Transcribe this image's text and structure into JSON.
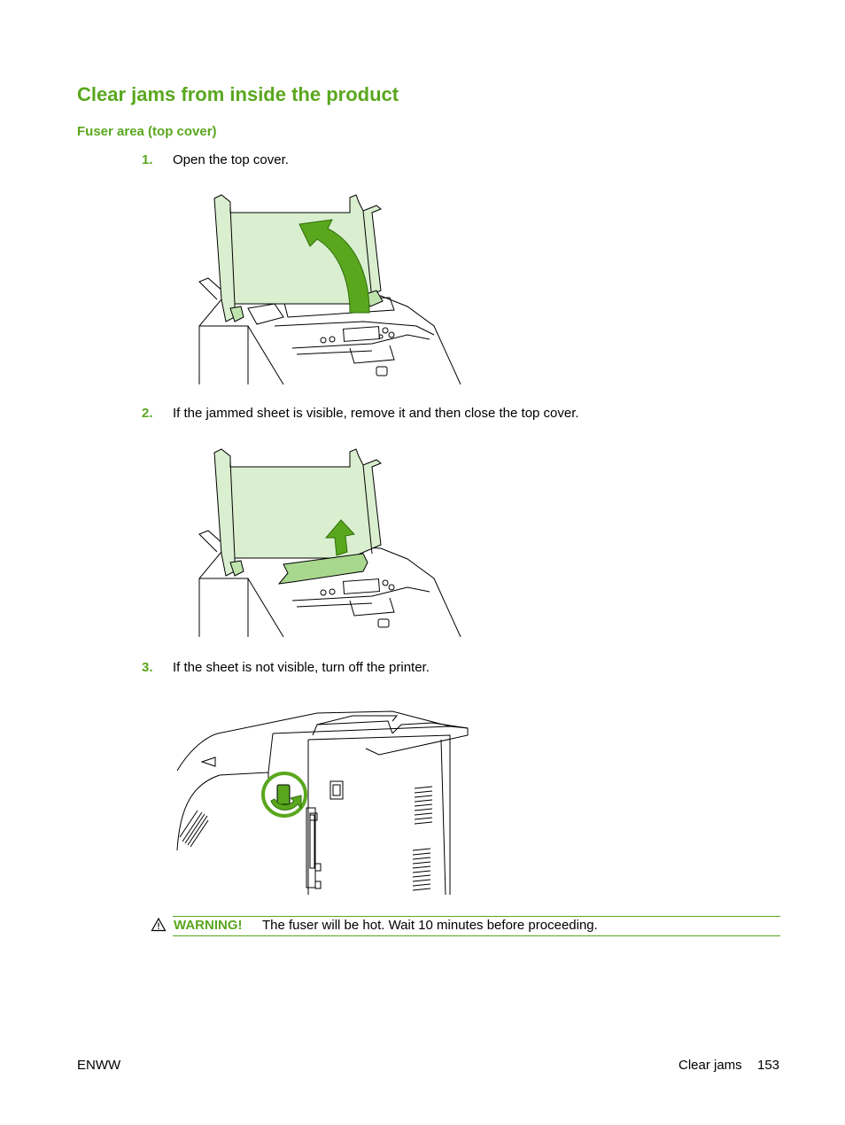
{
  "page": {
    "title": "Clear jams from inside the product",
    "subtitle": "Fuser area (top cover)"
  },
  "steps": [
    {
      "number": "1.",
      "text": "Open the top cover."
    },
    {
      "number": "2.",
      "text": "If the jammed sheet is visible, remove it and then close the top cover."
    },
    {
      "number": "3.",
      "text": "If the sheet is not visible, turn off the printer."
    }
  ],
  "warning": {
    "label": "WARNING!",
    "text": "The fuser will be hot. Wait 10 minutes before proceeding."
  },
  "footer": {
    "left": "ENWW",
    "right": "Clear jams",
    "page_number": "153"
  },
  "colors": {
    "accent": "#5aa71e",
    "cover_fill": "#d9efcf",
    "arrow_fill": "#5aa71e"
  },
  "icons": [
    "warning-triangle-icon",
    "hp-logo-icon"
  ]
}
